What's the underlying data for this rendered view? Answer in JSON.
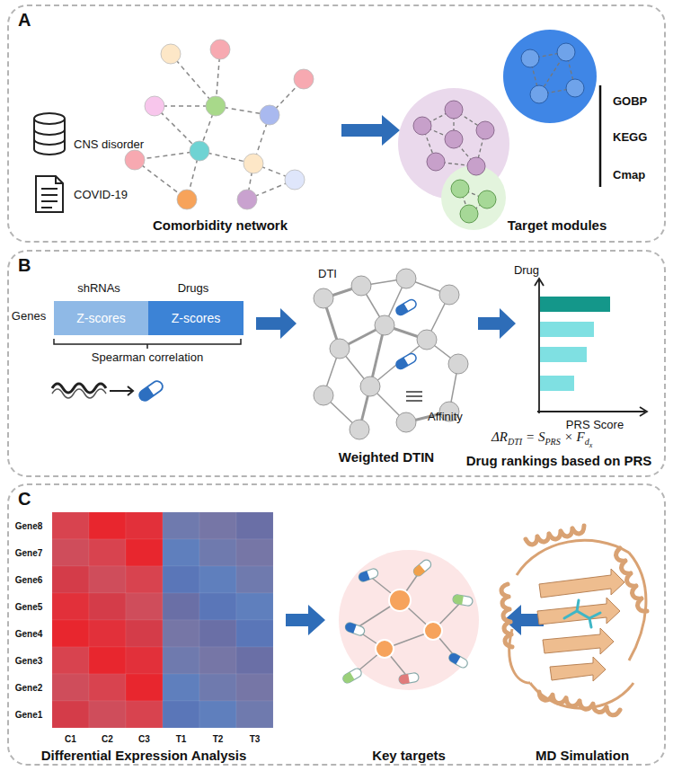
{
  "diagram": {
    "nodes": [
      {
        "text": [
          "A"
        ]
      },
      {
        "text": [
          "B"
        ]
      },
      {
        "text": [
          "Z-scores"
        ],
        "in": 1
      },
      {
        "text": [
          "Z-scores"
        ],
        "in": 1
      },
      {
        "text": [
          "C"
        ]
      }
    ],
    "labels": [
      "CNS disorder",
      "COVID-19",
      "Comorbidity network",
      "Target modules",
      "GOBP",
      "KEGG",
      "Cmap",
      "shRNAs",
      "Drugs",
      "Genes",
      "Spearman correlation",
      "DTI",
      "Affinity",
      "Weighted DTIN",
      "Drug",
      "PRS Score",
      "ΔR",
      "DTI",
      "= S",
      "PRS",
      "× F",
      "d",
      "x",
      "Drug rankings based on PRS",
      "Gene8",
      "Gene7",
      "Gene6",
      "Gene5",
      "Gene4",
      "Gene3",
      "Gene2",
      "Gene1",
      "C1",
      "C2",
      "C3",
      "T1",
      "T2",
      "T3",
      "Differential Expression Analysis",
      "Key targets",
      "MD Simulation"
    ]
  }
}
